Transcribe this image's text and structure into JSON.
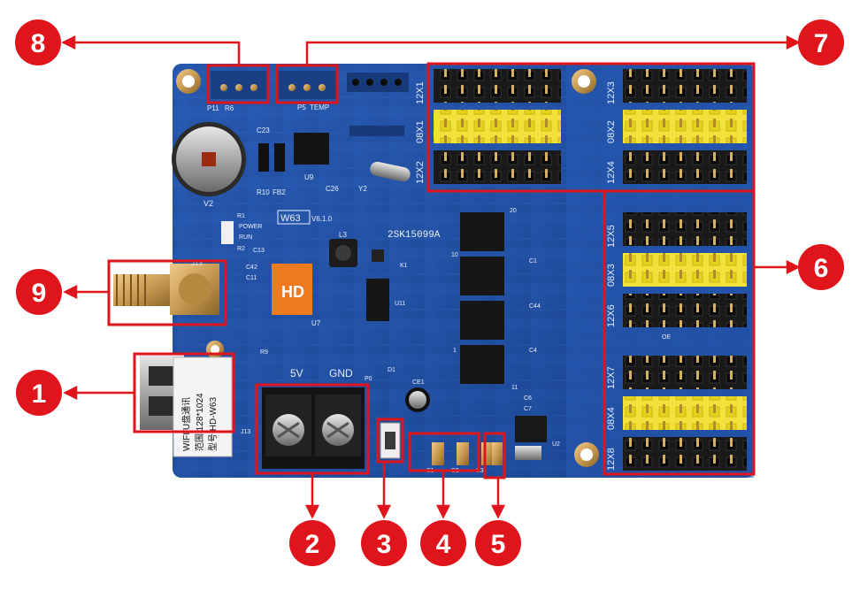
{
  "callouts": {
    "c1": "1",
    "c2": "2",
    "c3": "3",
    "c4": "4",
    "c5": "5",
    "c6": "6",
    "c7": "7",
    "c8": "8",
    "c9": "9"
  },
  "board": {
    "model": "W63",
    "version": "V6.1.0",
    "chip_text": "2SK15099A",
    "power_5v": "5V",
    "power_gnd": "GND",
    "antenna_ref": "J13",
    "led_power": "POWER",
    "led_run": "RUN",
    "ref_r1": "R1",
    "ref_r2": "R2",
    "ref_v2": "V2",
    "ref_y2": "Y2",
    "ref_u9": "U9",
    "ref_u11": "U11",
    "ref_u2": "U2",
    "ref_u7": "U7",
    "ref_ce1": "CE1",
    "ref_d1": "D1",
    "ref_k1": "K1",
    "ref_l3": "L3",
    "ref_p11": "P11",
    "ref_r6": "R6",
    "ref_p5": "P5",
    "ref_temp": "TEMP",
    "ref_r10": "R10",
    "ref_fb2": "FB2",
    "ref_c26": "C26",
    "ref_c23": "C23",
    "ref_c42": "C42",
    "ref_c11": "C11",
    "ref_c13": "C13",
    "ref_c44": "C44",
    "ref_c4": "C4",
    "ref_c6": "C6",
    "ref_c7": "C7",
    "ref_c1": "C1",
    "ref_r9": "R9",
    "ref_p0": "P0",
    "ref_j13": "J13",
    "s1": "S1",
    "s2": "S2",
    "s3": "S3",
    "oe": "OE",
    "pin_20": "20",
    "pin_10": "10",
    "pin_11": "11",
    "pin_1": "1",
    "logo_text": "HD"
  },
  "headers_left": [
    "12X1",
    "08X1",
    "12X2"
  ],
  "headers_right": [
    "12X3",
    "08X2",
    "12X4",
    "12X5",
    "08X3",
    "12X6",
    "12X7",
    "08X4",
    "12X8"
  ],
  "usb_label": {
    "line1": "WIFI/U盘通讯",
    "line2": "范围:128*1024",
    "line3": "型号:HD-W63"
  },
  "colors": {
    "pcb": "#1f4fa8",
    "callout": "#e0141b",
    "highlight": "#e0141b",
    "yellow_header": "#f2e13a",
    "black_header": "#1a1a1a"
  }
}
